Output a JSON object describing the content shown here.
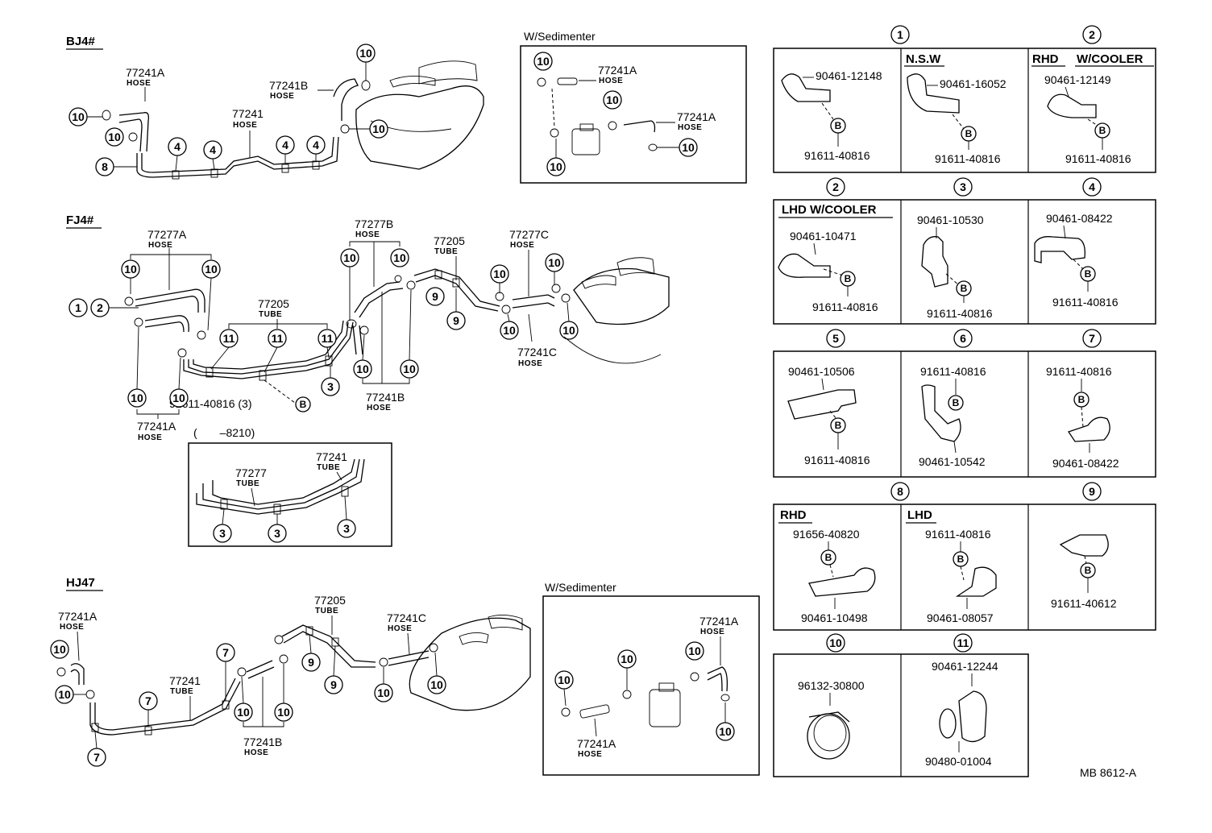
{
  "sections": {
    "bj4": "BJ4#",
    "fj4": "FJ4#",
    "hj47": "HJ47",
    "w_sed_top": "W/Sedimenter",
    "w_sed_bottom": "W/Sedimenter",
    "fj_range": "(　　–8210)"
  },
  "parts": {
    "p77241A": "77241A",
    "p77241B": "77241B",
    "p77241C": "77241C",
    "p77241": "77241",
    "p77277A": "77277A",
    "p77277B": "77277B",
    "p77277C": "77277C",
    "p77277": "77277",
    "p77205": "77205",
    "clamp_fj": "91611-40816 (3)"
  },
  "subs": {
    "hose": "HOSE",
    "tube": "TUBE"
  },
  "refs": {
    "r1": "1",
    "r2": "2",
    "r3": "3",
    "r4": "4",
    "r5": "5",
    "r6": "6",
    "r7": "7",
    "r8": "8",
    "r9": "9",
    "r10": "10",
    "r11": "11",
    "b": "B"
  },
  "panels": {
    "p1_left": {
      "a": "90461-12148",
      "b": "91611-40816"
    },
    "p1_mid": {
      "title": "N.S.W",
      "a": "90461-16052",
      "b": "91611-40816"
    },
    "p2_right": {
      "title1": "RHD",
      "title2": "W/COOLER",
      "a": "90461-12149",
      "b": "91611-40816"
    },
    "p2_lhd": {
      "title": "LHD W/COOLER",
      "a": "90461-10471",
      "b": "91611-40816"
    },
    "p3": {
      "a": "90461-10530",
      "b": "91611-40816"
    },
    "p4": {
      "a": "90461-08422",
      "b": "91611-40816"
    },
    "p5": {
      "a": "90461-10506",
      "b": "91611-40816"
    },
    "p6": {
      "a": "91611-40816",
      "b": "90461-10542"
    },
    "p7": {
      "a": "91611-40816",
      "b": "90461-08422"
    },
    "p8_rhd": {
      "title": "RHD",
      "a": "91656-40820",
      "b": "90461-10498"
    },
    "p8_lhd": {
      "title": "LHD",
      "a": "91611-40816",
      "b": "90461-08057"
    },
    "p9": {
      "a": "91611-40612"
    },
    "p10": {
      "a": "96132-30800"
    },
    "p11": {
      "a": "90461-12244",
      "b": "90480-01004"
    }
  },
  "footer": "MB  8612-A"
}
